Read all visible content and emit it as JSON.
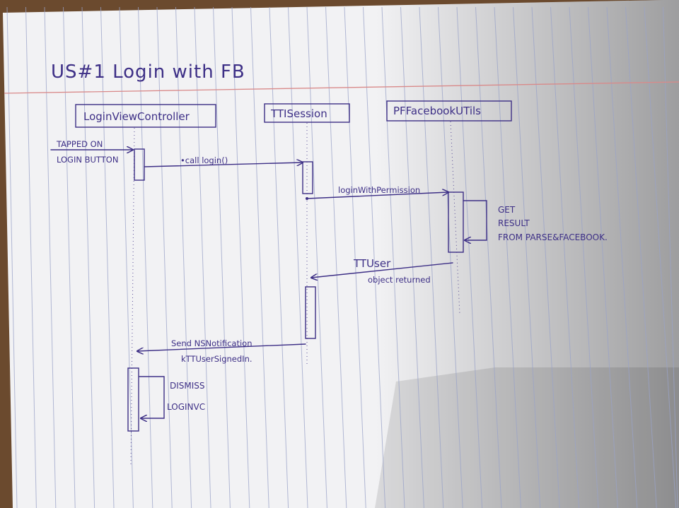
{
  "diagram": {
    "title": "US#1 Login with FB",
    "participants": [
      {
        "id": "lvc",
        "label": "LoginViewController"
      },
      {
        "id": "session",
        "label": "TTISession"
      },
      {
        "id": "fbutils",
        "label": "PFFacebookUTils"
      }
    ],
    "trigger": {
      "line1": "TAPPED ON",
      "line2": "LOGIN BUTTON"
    },
    "messages": [
      {
        "label": "•call login()"
      },
      {
        "label": "loginWithPermission"
      },
      {
        "label": "TTUser",
        "sublabel": "object returned"
      },
      {
        "label": "Send NSNotification",
        "sublabel": "kTTUserSignedIn."
      }
    ],
    "self_calls": [
      {
        "line1": "GET",
        "line2": "RESULT",
        "line3": "FROM PARSE&FACEBOOK."
      },
      {
        "line1": "DISMISS",
        "line2": "LOGINVC"
      }
    ],
    "colors": {
      "ink": "#3d2f86",
      "paper": "#f2f2f4",
      "rule_blue": "#9aa3c8",
      "margin_red": "#d98a8a",
      "desk": "#6b4a2e"
    }
  }
}
